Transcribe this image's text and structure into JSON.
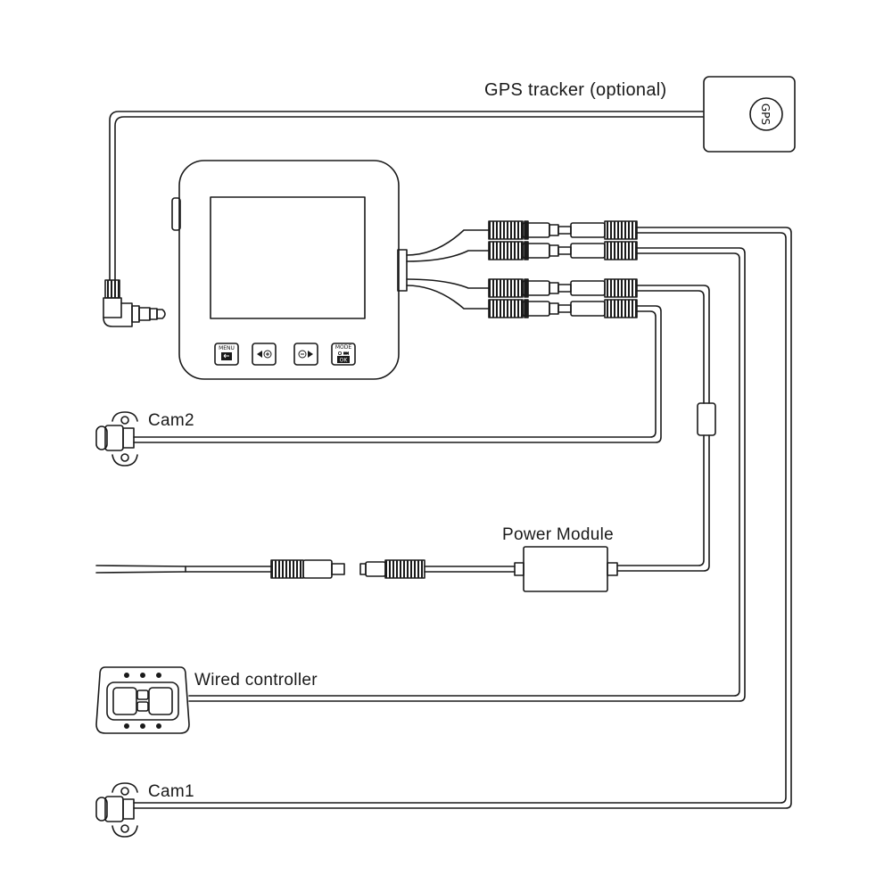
{
  "labels": {
    "gps": "GPS tracker (optional)",
    "cam2": "Cam2",
    "power": "Power Module",
    "wired": "Wired controller",
    "cam1": "Cam1"
  },
  "gps_unit": {
    "text": "GPS"
  },
  "recorder": {
    "buttons": [
      {
        "top": "MENU",
        "icon": "back-arrow-icon"
      },
      {
        "icon": "left-arrow-plus-icon"
      },
      {
        "icon": "minus-right-arrow-icon"
      },
      {
        "top": "MODE",
        "bottom": "OK",
        "icon": "mode-icon"
      }
    ]
  },
  "colors": {
    "line": "#1a1a1a",
    "background": "#ffffff"
  }
}
